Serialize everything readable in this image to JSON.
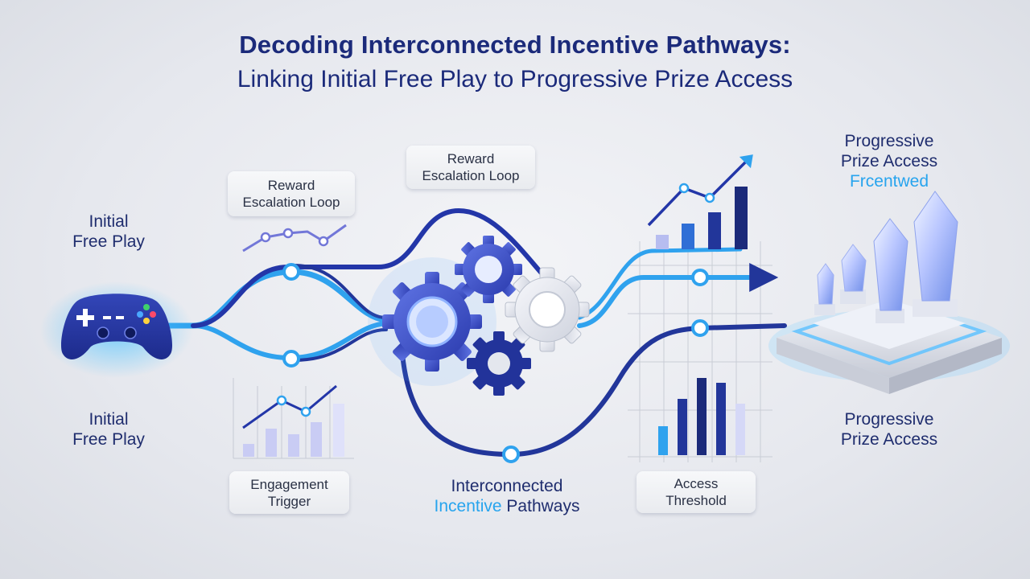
{
  "title": {
    "line1": "Decoding Interconnected Incentive Pathways:",
    "line2": "Linking Initial Free Play to Progressive Prize Access"
  },
  "labels": {
    "initial_free_play_top": [
      "Initial",
      "Free Play"
    ],
    "initial_free_play_bottom": [
      "Initial",
      "Free Play"
    ],
    "progressive_top": [
      "Progressive",
      "Prize Access",
      "Frcentwed"
    ],
    "progressive_bottom": [
      "Progressive",
      "Prize Access"
    ],
    "interconnected": [
      "Interconnected",
      "Incentive",
      "Pathways"
    ]
  },
  "cards": {
    "reward_left": [
      "Reward",
      "Escalation Loop"
    ],
    "reward_center": [
      "Reward",
      "Escalation Loop"
    ],
    "engagement": [
      "Engagement",
      "Trigger"
    ],
    "access": [
      "Access",
      "Threshold"
    ]
  },
  "icons": [
    "game-controller-icon",
    "gear-icon",
    "trend-arrow-icon",
    "crystal-trophy-icon"
  ],
  "colors": {
    "navy": "#1b2a7a",
    "deep_blue": "#22369a",
    "bright_blue": "#2fa2ee",
    "light_blue": "#8fd3ff",
    "lavender": "#c9ccf4"
  }
}
